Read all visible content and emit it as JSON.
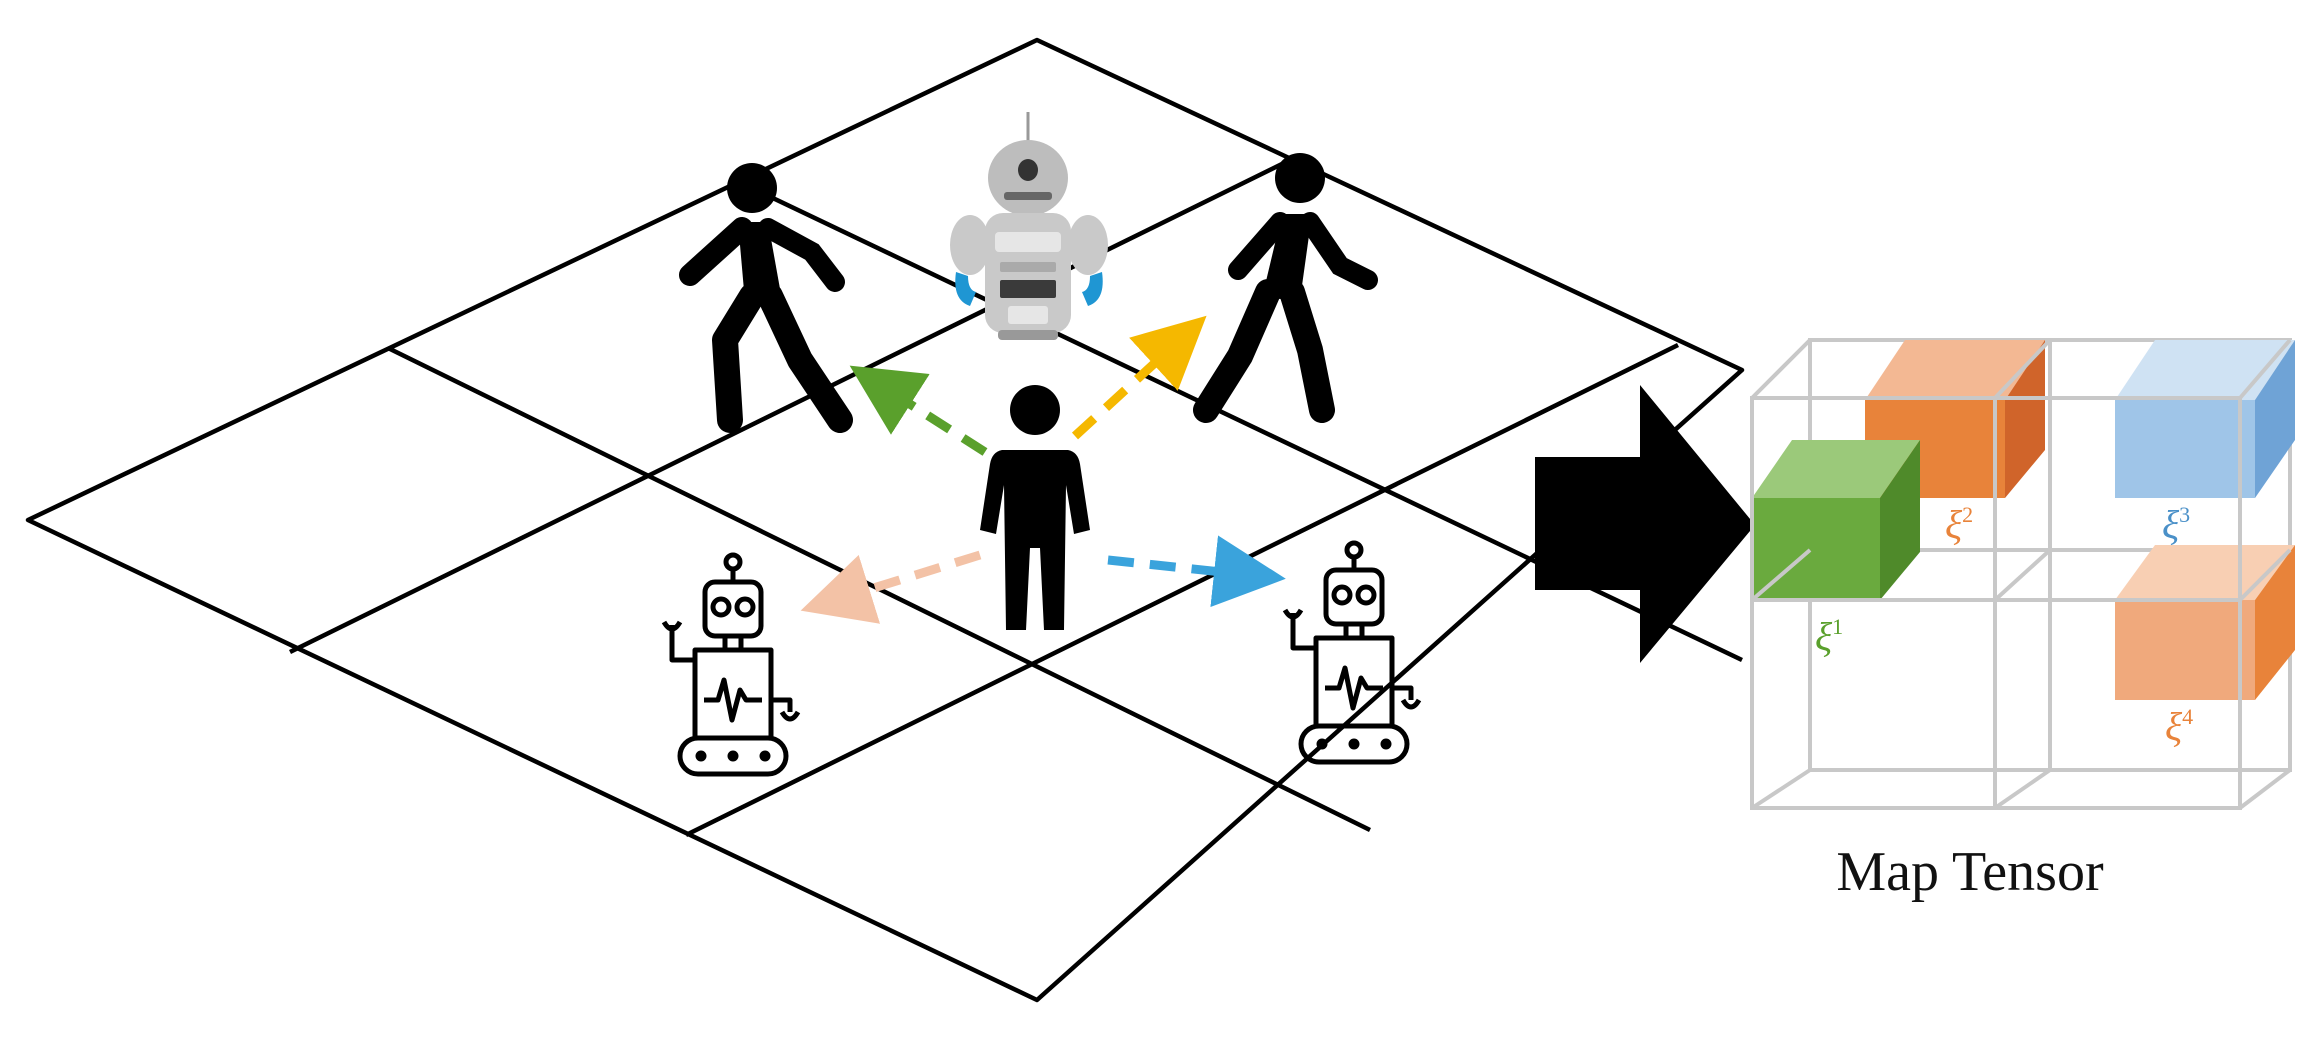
{
  "caption": "Map Tensor",
  "cells": [
    {
      "symbol": "ξ",
      "index": "1",
      "color": "#5aa02c"
    },
    {
      "symbol": "ξ",
      "index": "2",
      "color": "#e8833a"
    },
    {
      "symbol": "ξ",
      "index": "3",
      "color": "#4a90c8"
    },
    {
      "symbol": "ξ",
      "index": "4",
      "color": "#e8833a"
    }
  ],
  "agents": {
    "center": "person",
    "others": [
      "walking-person",
      "walking-person",
      "humanoid-robot",
      "tracked-robot",
      "tracked-robot"
    ]
  },
  "colors": {
    "green": "#5aa02c",
    "yellow": "#f5b800",
    "peach": "#f3c2a6",
    "blue": "#3aa3dc",
    "orange": "#e8833a",
    "light_blue": "#9fc5e8",
    "grid": "#000000",
    "tensor_frame": "#c8c8c8"
  }
}
